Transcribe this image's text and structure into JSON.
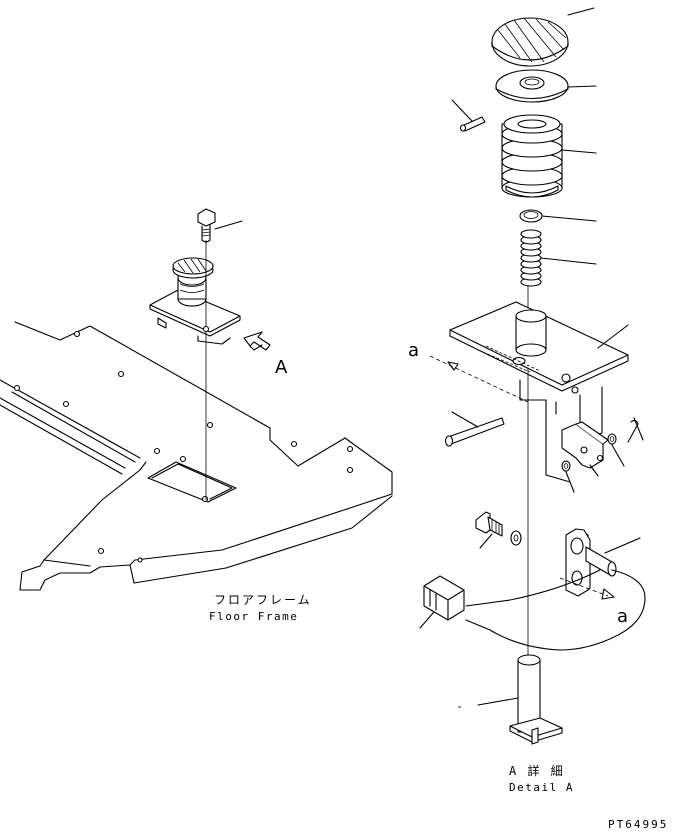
{
  "labels": {
    "floor_frame_jp": "フロアフレーム",
    "floor_frame_en": "Floor Frame",
    "view_arrow_letter": "A",
    "detail_jp": "A 詳 細",
    "detail_en": "Detail A",
    "callout_a_top": "a",
    "callout_a_bottom": "a",
    "drawing_number": "PT64995"
  },
  "icons": [
    "view-direction-arrow-icon",
    "leader-arrow-icon"
  ],
  "colors": {
    "line": "#000000",
    "background": "#ffffff"
  }
}
